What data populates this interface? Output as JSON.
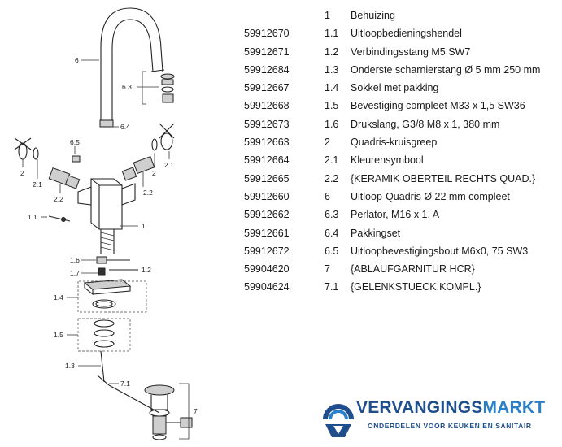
{
  "diagram": {
    "labels": [
      "6",
      "6.3",
      "6.4",
      "6.5",
      "2",
      "2.1",
      "2.2",
      "2",
      "2.1",
      "2.2",
      "1.1",
      "1",
      "1.6",
      "1.7",
      "1.2",
      "1.4",
      "1.5",
      "1.3",
      "7.1",
      "7"
    ]
  },
  "parts": [
    {
      "art": "",
      "pos": "1",
      "desc": "Behuizing"
    },
    {
      "art": "59912670",
      "pos": "1.1",
      "desc": "Uitloopbedieningshendel"
    },
    {
      "art": "59912671",
      "pos": "1.2",
      "desc": "Verbindingsstang M5 SW7"
    },
    {
      "art": "59912684",
      "pos": "1.3",
      "desc": "Onderste scharnierstang Ø 5 mm 250 mm"
    },
    {
      "art": "59912667",
      "pos": "1.4",
      "desc": "Sokkel met pakking"
    },
    {
      "art": "59912668",
      "pos": "1.5",
      "desc": "Bevestiging compleet M33 x 1,5 SW36"
    },
    {
      "art": "59912673",
      "pos": "1.6",
      "desc": "Drukslang, G3/8 M8 x 1, 380 mm"
    },
    {
      "art": "59912663",
      "pos": "2",
      "desc": "Quadris-kruisgreep"
    },
    {
      "art": "59912664",
      "pos": "2.1",
      "desc": "Kleurensymbool"
    },
    {
      "art": "59912665",
      "pos": "2.2",
      "desc": "{KERAMIK OBERTEIL RECHTS QUAD.}"
    },
    {
      "art": "59912660",
      "pos": "6",
      "desc": "Uitloop-Quadris Ø 22 mm compleet"
    },
    {
      "art": "59912662",
      "pos": "6.3",
      "desc": "Perlator, M16 x 1, A"
    },
    {
      "art": "59912661",
      "pos": "6.4",
      "desc": "Pakkingset"
    },
    {
      "art": "59912672",
      "pos": "6.5",
      "desc": "Uitloopbevestigingsbout M6x0, 75 SW3"
    },
    {
      "art": "59904620",
      "pos": "7",
      "desc": "{ABLAUFGARNITUR HCR}"
    },
    {
      "art": "59904624",
      "pos": "7.1",
      "desc": "{GELENKSTUECK,KOMPL.}"
    }
  ],
  "logo": {
    "brand_part1": "VERVANGINGS",
    "brand_part2": "MARKT",
    "tagline": "ONDERDELEN VOOR KEUKEN EN SANITAIR",
    "colors": {
      "dark_blue": "#1f4e8c",
      "light_blue": "#2a7fc9"
    }
  }
}
